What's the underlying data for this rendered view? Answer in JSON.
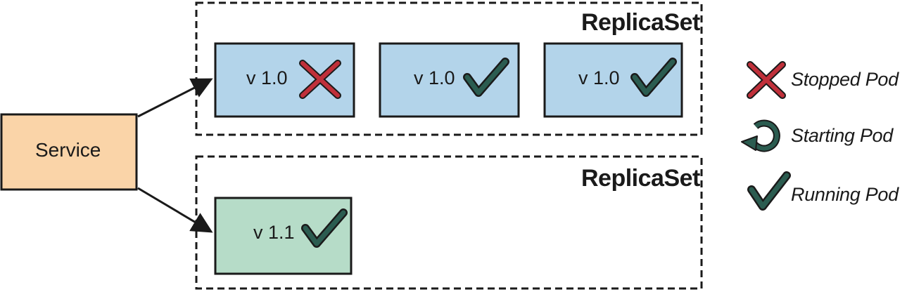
{
  "colors": {
    "stroke": "#1a1a1a",
    "pod_v10_fill": "#b3d4ea",
    "pod_v11_fill": "#b6dcc8",
    "service_fill": "#fad4a8",
    "stop_icon": "#c0303a",
    "check_icon": "#2b5c50"
  },
  "service": {
    "label": "Service"
  },
  "replicasets": [
    {
      "title": "ReplicaSet",
      "pods": [
        {
          "label": "v 1.0",
          "status": "stopped",
          "status_icon": "x-icon"
        },
        {
          "label": "v 1.0",
          "status": "running",
          "status_icon": "check-icon"
        },
        {
          "label": "v 1.0",
          "status": "running",
          "status_icon": "check-icon"
        }
      ]
    },
    {
      "title": "ReplicaSet",
      "pods": [
        {
          "label": "v 1.1",
          "status": "running",
          "status_icon": "check-icon"
        }
      ]
    }
  ],
  "legend": [
    {
      "label": "Stopped Pod",
      "icon": "x-icon"
    },
    {
      "label": "Starting Pod",
      "icon": "restart-arrow-icon"
    },
    {
      "label": "Running Pod",
      "icon": "check-icon"
    }
  ]
}
